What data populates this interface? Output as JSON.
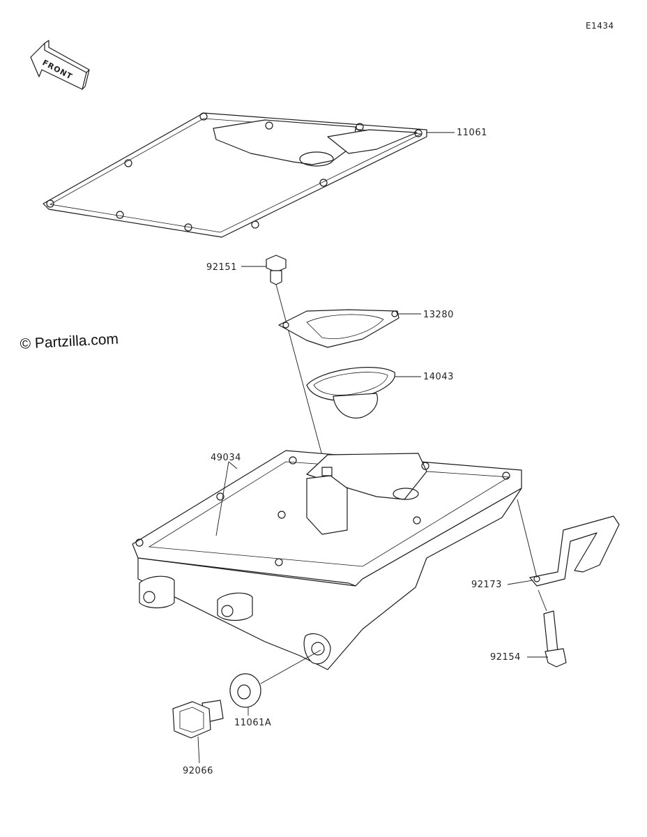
{
  "diagram_code": "E1434",
  "watermark": "© Partzilla.com",
  "front_label": "FRONT",
  "parts": [
    {
      "id": "gasket",
      "number": "11061"
    },
    {
      "id": "bolt-top",
      "number": "92151"
    },
    {
      "id": "strainer-gasket",
      "number": "13280"
    },
    {
      "id": "strainer",
      "number": "14043"
    },
    {
      "id": "oil-pan",
      "number": "49034"
    },
    {
      "id": "bracket",
      "number": "92173"
    },
    {
      "id": "bolt-side",
      "number": "92154"
    },
    {
      "id": "washer",
      "number": "11061A"
    },
    {
      "id": "drain-plug",
      "number": "92066"
    }
  ]
}
